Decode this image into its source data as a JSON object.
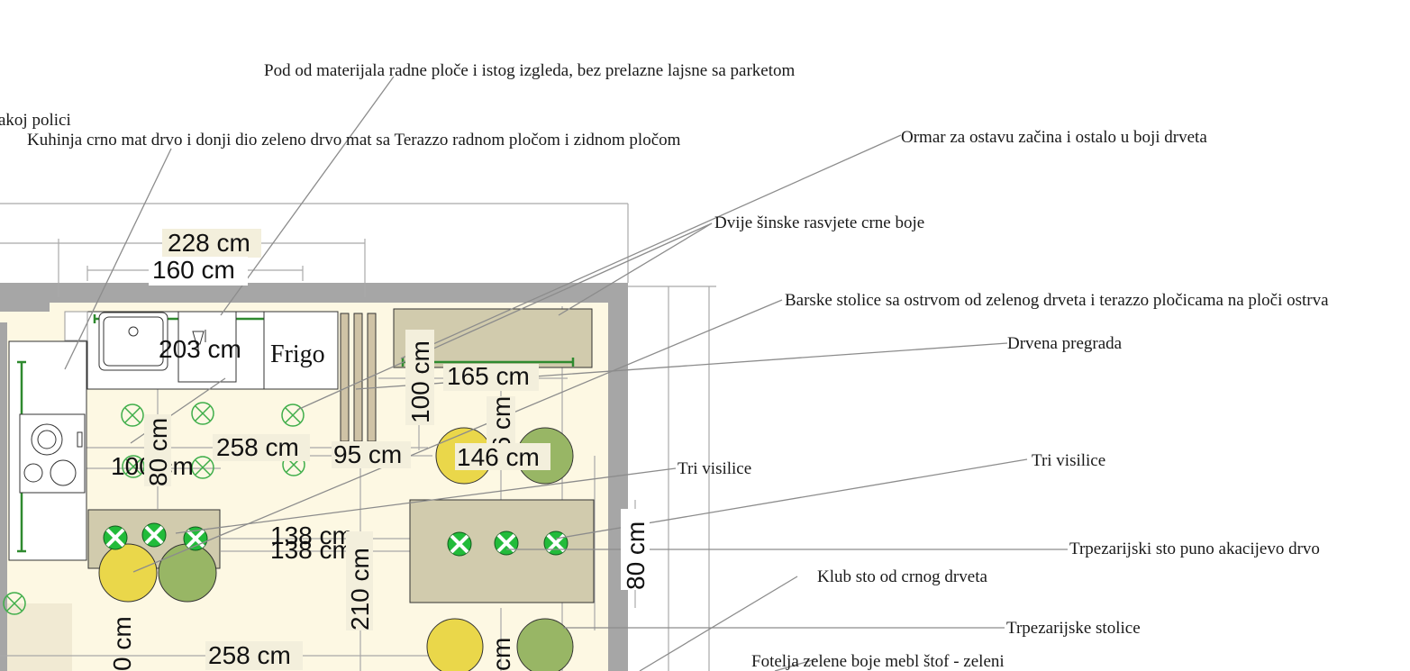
{
  "annotations": {
    "floor": "Pod od materijala radne ploče i istog izgleda, bez prelazne lajsne sa parketom",
    "shelf_partial": "akoj polici",
    "kitchen": "Kuhinja crno mat drvo i donji dio zeleno drvo mat sa Terazzo radnom pločom i zidnom pločom",
    "cabinet": "Ormar za ostavu začina i ostalo u boji drveta",
    "rail_lights": "Dvije šinske rasvjete crne boje",
    "bar_stools": "Barske stolice sa ostrvom od zelenog drveta i terazzo pločicama na ploči ostrva",
    "partition": "Drvena pregrada",
    "pendants_1": "Tri visilice",
    "pendants_2": "Tri visilice",
    "dining_table": "Trpezarijski sto puno akacijevo drvo",
    "club_table": "Klub sto od crnog drveta",
    "dining_chairs": "Trpezarijske stolice",
    "armchair": "Fotelja zelene boje mebl štof - zeleni"
  },
  "dimensions": {
    "d228": "228 cm",
    "d160": "160 cm",
    "d203": "203 cm",
    "d165": "165 cm",
    "d100v": "100 cm",
    "d96": "96 cm",
    "d258a": "258 cm",
    "d95": "95 cm",
    "d146": "146 cm",
    "d100h": "100 cm",
    "d80a": "80 cm",
    "d138a": "138 cm",
    "d138b": "138 cm",
    "d210": "210 cm",
    "d80b": "80 cm",
    "d258b": "258 cm",
    "d_partial_left": "0 cm",
    "d_partial_mid": "cm"
  },
  "labels": {
    "fridge": "Frigo"
  },
  "colors": {
    "wall": "#a6a6a6",
    "floor": "#fdf8e3",
    "counter": "#d1cbad",
    "green_line": "#2f8a2f",
    "pendant_green": "#22bb3a",
    "stool_yellow": "#ead74a",
    "stool_green": "#98b665",
    "partition_wood": "#cfc3a6"
  }
}
